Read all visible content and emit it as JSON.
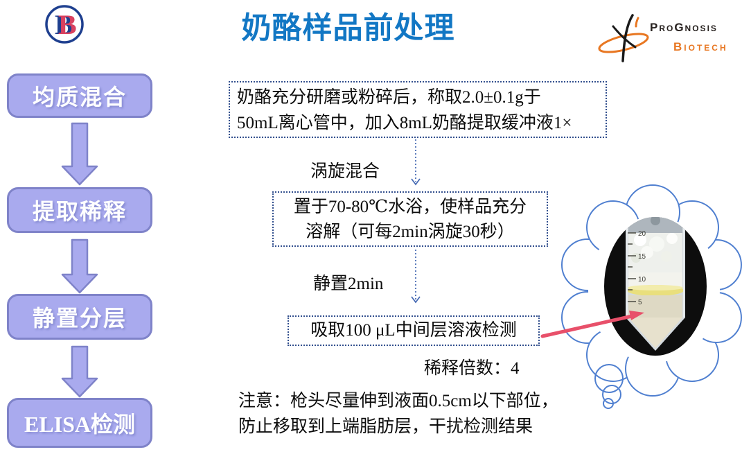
{
  "slide": {
    "title": "奶酪样品前处理"
  },
  "header": {
    "b_logo_letter": "B",
    "prognosis_name": "ProGnosis",
    "prognosis_sub": "Biotech"
  },
  "steps": [
    {
      "label": "均质混合"
    },
    {
      "label": "提取稀释"
    },
    {
      "label": "静置分层"
    },
    {
      "label": "ELISA检测"
    }
  ],
  "flow": {
    "box1_line1": "奶酪充分研磨或粉碎后，称取2.0±0.1g于",
    "box1_line2": "50mL离心管中，加入8mL奶酪提取缓冲液1×",
    "arrow1_label": "涡旋混合",
    "box2_line1": "置于70-80℃水浴，使样品充分",
    "box2_line2": "溶解（可每2min涡旋30秒）",
    "arrow2_label": "静置2min",
    "box3_text": "吸取100 μL中间层溶液检测",
    "dilution_text": "稀释倍数：4",
    "note_line1": "注意：枪头尽量伸到液面0.5cm以下部位，",
    "note_line2": "防止移取到上端脂肪层，干扰检测结果"
  },
  "tube": {
    "graduations": [
      "20",
      "15",
      "10",
      "5"
    ]
  },
  "colors": {
    "title_blue": "#1277c4",
    "step_fill": "#a9aaee",
    "step_border": "#7f83c9",
    "cloud_blue": "#4f7fd0",
    "arrow_red": "#e8506a",
    "logo_orange": "#e87722",
    "logo_navy": "#1e3f8f"
  }
}
